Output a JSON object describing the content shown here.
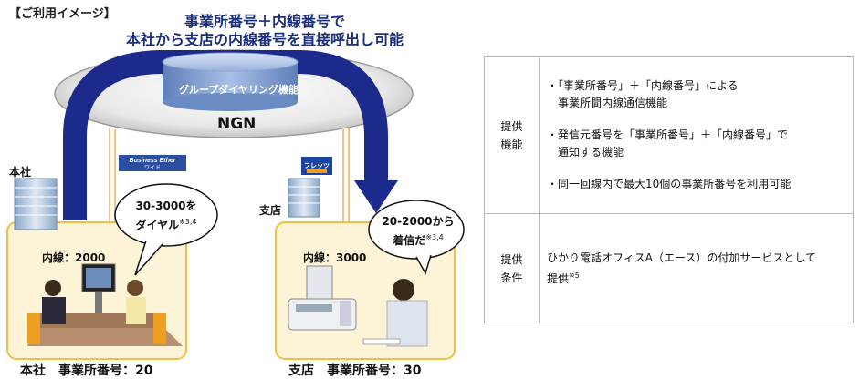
{
  "header": {
    "label": "【ご利用イメージ】"
  },
  "headline": {
    "line1": "事業所番号＋内線番号で",
    "line2": "本社から支店の内線番号を直接呼出し可能"
  },
  "diagram": {
    "cylinder_label": "グループダイヤリング機能",
    "ngn_label": "NGN",
    "business_ether_logo": "Business Ether",
    "business_ether_sub": "ワイド",
    "flets_logo": "フレッツ",
    "hq_label": "本社",
    "branch_label": "支店",
    "hq_bubble_line1": "30-3000を",
    "hq_bubble_line2": "ダイヤル",
    "hq_bubble_note": "※3,4",
    "branch_bubble_line1": "20-2000から",
    "branch_bubble_line2": "着信だ",
    "branch_bubble_note": "※3,4",
    "hq_ext": "内線：2000",
    "branch_ext": "内線：3000",
    "hq_bottom": "本社　事業所番号：20",
    "branch_bottom": "支店　事業所番号：30"
  },
  "table": {
    "rows": [
      {
        "header_lines": [
          "提供",
          "機能"
        ],
        "items": [
          "・「事業所番号」＋「内線番号」による\n　事業所間内線通信機能",
          "・発信元番号を「事業所番号」＋「内線番号」で\n　通知する機能",
          "・同一回線内で最大10個の事業所番号を利用可能"
        ]
      },
      {
        "header_lines": [
          "提供",
          "条件"
        ],
        "line1": "ひかり電話オフィスA（エース）の付加サービスとして",
        "line2": "提供",
        "note": "※5"
      }
    ]
  },
  "colors": {
    "arrow": "#1c2a8c",
    "headline": "#1a2e7a",
    "room_fill": "#fdf3d6",
    "room_border": "#f0c040"
  }
}
